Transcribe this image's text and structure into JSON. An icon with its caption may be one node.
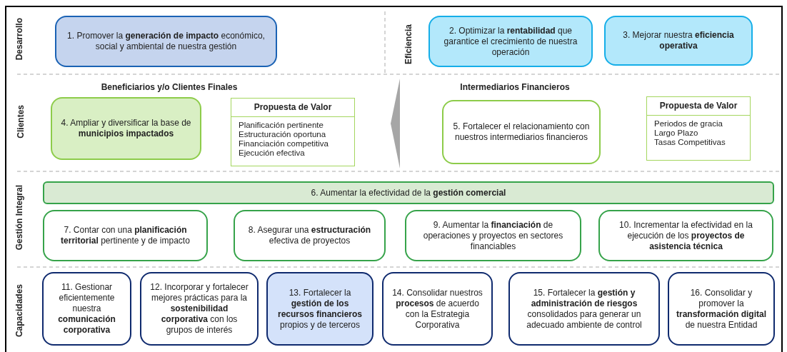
{
  "diagram": {
    "nodes": [
      {
        "text": [
          "1. Promover la **generación de impacto** económico, social y ambiental de nuestra gestión"
        ]
      },
      {
        "text": [
          "2. Optimizar la **rentabilidad** que garantice el crecimiento de nuestra operación"
        ]
      },
      {
        "text": [
          "3. Mejorar nuestra **eficiencia operativa**"
        ]
      },
      {
        "text": [
          "4. Ampliar y diversificar la base de **municipios impactados**"
        ]
      },
      {
        "text": [
          "Propuesta de Valor",
          "Planificación pertinente",
          "Estructuración oportuna",
          "Financiación competitiva",
          "Ejecución efectiva"
        ]
      },
      {
        "text": [],
        "shape": "triangle"
      },
      {
        "text": [
          "5. Fortalecer el relacionamiento con nuestros intermediarios financieros"
        ]
      },
      {
        "text": [
          "Propuesta de Valor",
          "Periodos de gracia",
          "Largo Plazo",
          "Tasas Competitivas"
        ]
      },
      {
        "text": [
          "6. Aumentar la efectividad de la **gestión comercial**"
        ]
      },
      {
        "text": [
          "7. Contar con una  **planificación territorial** pertinente y de impacto"
        ]
      },
      {
        "text": [
          "8. Asegurar una **estructuración** efectiva de proyectos"
        ]
      },
      {
        "text": [
          "9. Aumentar la **financiación** de operaciones y proyectos en sectores financiables"
        ]
      },
      {
        "text": [
          "10. Incrementar  la efectividad en la ejecución de los **proyectos de asistencia técnica**"
        ]
      },
      {
        "text": [
          "11. Gestionar eficientemente nuestra **comunicación corporativa**"
        ]
      },
      {
        "text": [
          "12. Incorporar y fortalecer mejores prácticas para la **sostenibilidad corporativa** con los grupos de interés"
        ]
      },
      {
        "text": [
          "13. Fortalecer la **gestión de los recursos financieros** propios y de terceros"
        ]
      },
      {
        "text": [
          "14. Consolidar nuestros **procesos** de acuerdo con la Estrategia Corporativa"
        ]
      },
      {
        "text": [
          "15. Fortalecer la **gestión y administración de riesgos** consolidados para generar un adecuado ambiente de control"
        ]
      },
      {
        "text": [
          "16. Consolidar y promover la **transformación digital** de nuestra Entidad"
        ]
      }
    ],
    "labels": [
      "Desarrollo",
      "Eficiencia",
      "Beneficiarios y/o Clientes Finales",
      "Intermediarios Financieros",
      "Clientes",
      "Gestión Integral",
      "Capacidades"
    ]
  }
}
